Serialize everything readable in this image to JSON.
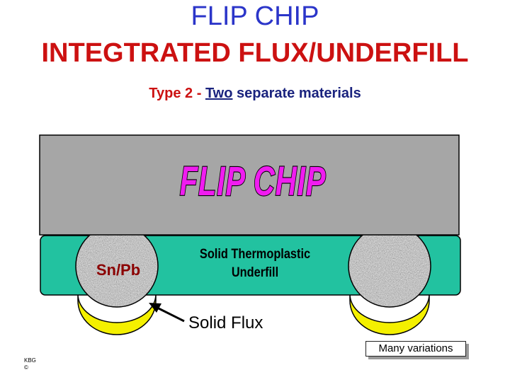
{
  "title_line1": "FLIP CHIP",
  "title_line2": "INTEGTRATED FLUX/UNDERFILL",
  "subtitle": {
    "type_label": "Type 2",
    "dash": "-",
    "two": "Two",
    "rest": "separate materials"
  },
  "diagram": {
    "chip_label": "FLIP CHIP",
    "solder_label": "Sn/Pb",
    "underfill_line1": "Solid Thermoplastic",
    "underfill_line2": "Underfill",
    "flux_label": "Solid Flux"
  },
  "note_box": "Many variations",
  "footer": {
    "initials": "KBG",
    "copyright": "©"
  },
  "colors": {
    "title_blue": "#2b35c9",
    "title_red": "#cc1111",
    "chip_gray": "#a6a6a6",
    "underfill_teal": "#22c2a0",
    "flux_yellow": "#f4f000",
    "chip_text_magenta": "#f01cf0"
  }
}
